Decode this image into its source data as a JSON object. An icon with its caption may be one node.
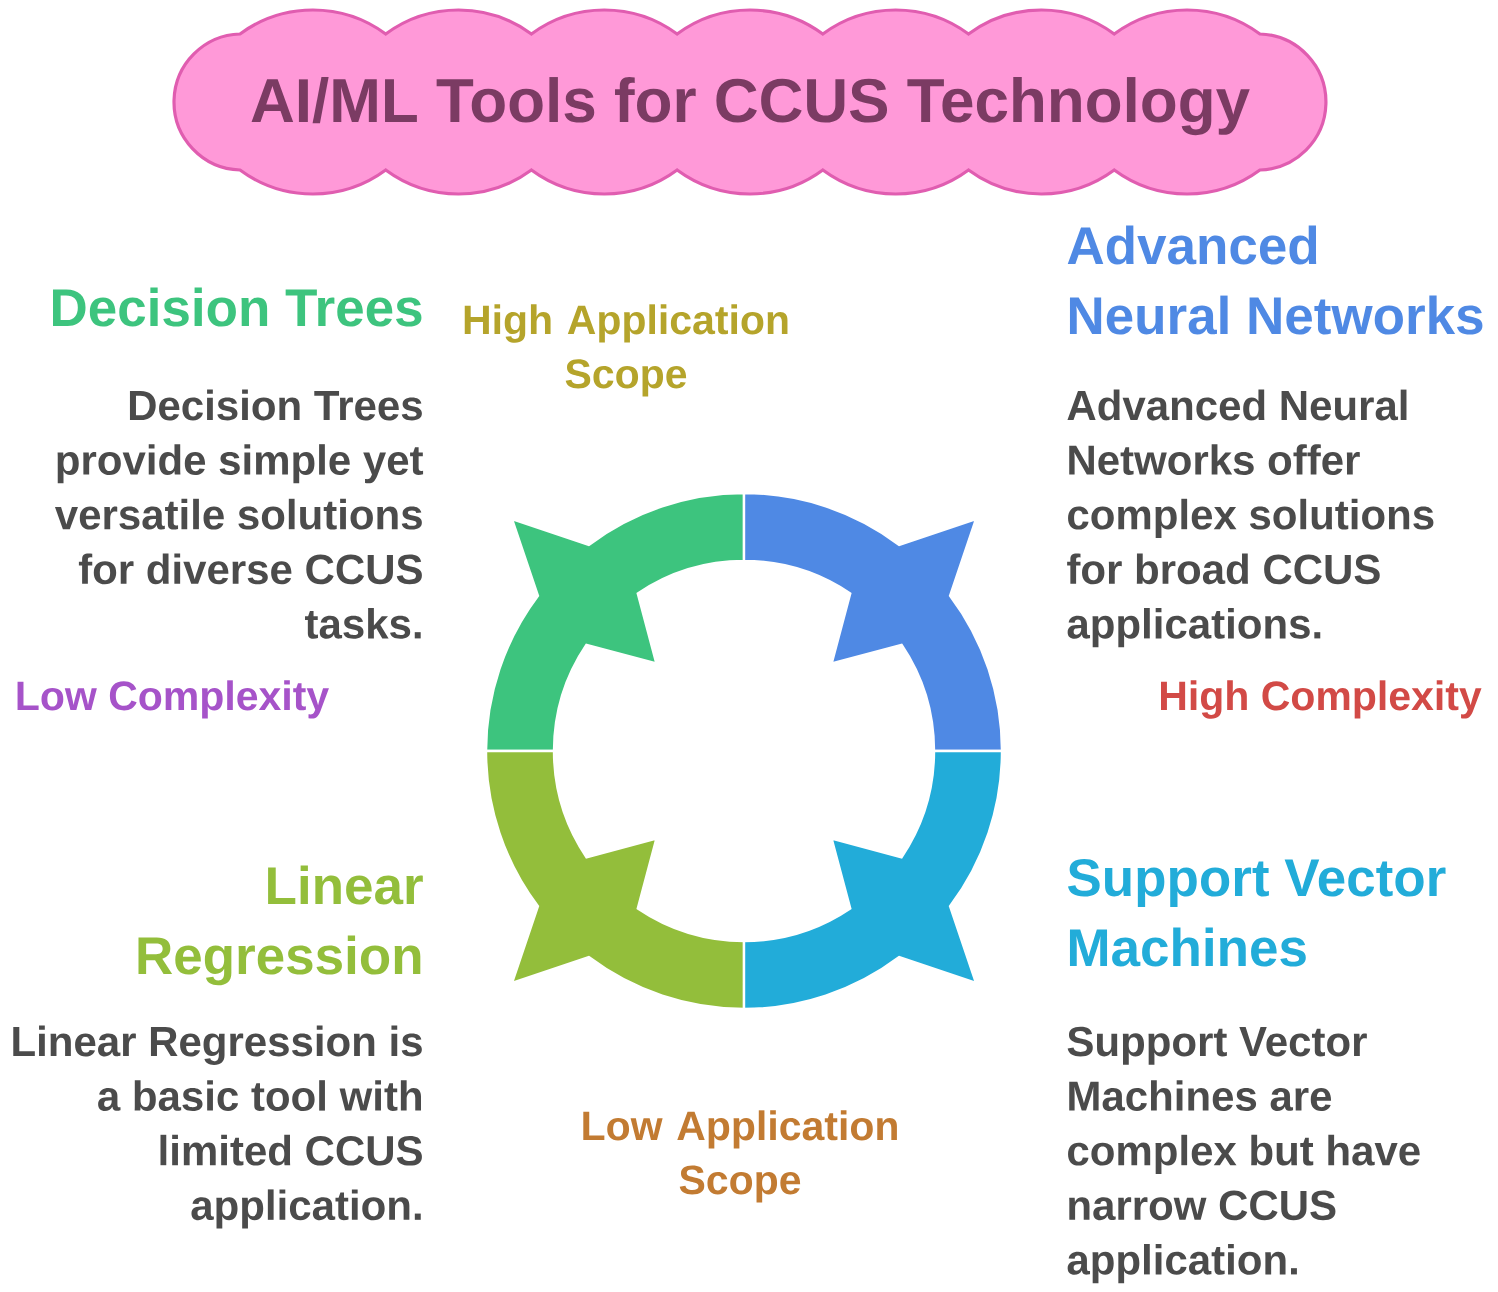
{
  "diagram": {
    "title": "AI/ML Tools for CCUS Technology",
    "nodes": [
      {
        "text": [],
        "shape": "arc",
        "beside": [
          "Decision Trees",
          "Decision Trees provide simple yet versatile solutions for diverse CCUS tasks."
        ]
      },
      {
        "text": [],
        "shape": "arc",
        "beside": [
          "Advanced Neural Networks",
          "Advanced Neural Networks offer complex solutions for broad CCUS applications."
        ]
      },
      {
        "text": [],
        "shape": "arc",
        "beside": [
          "Linear Regression",
          "Linear Regression is a basic tool with limited CCUS application."
        ]
      },
      {
        "text": [],
        "shape": "arc",
        "beside": [
          "Support Vector Machines",
          "Support Vector Machines are complex but have narrow CCUS application."
        ]
      }
    ],
    "labels": [
      "High Application Scope",
      "Low Complexity",
      "High Complexity",
      "Low Application Scope"
    ]
  }
}
